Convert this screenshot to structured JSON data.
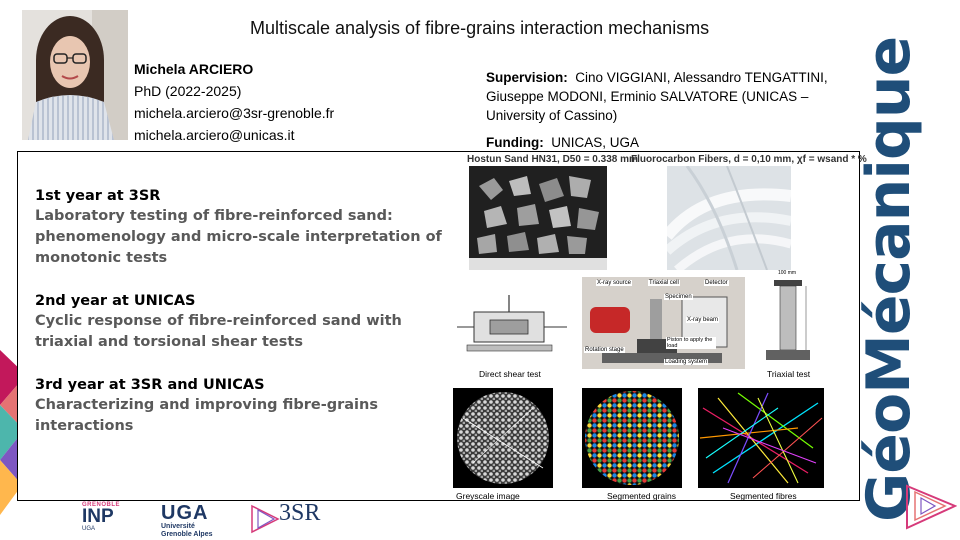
{
  "header": {
    "title": "Multiscale analysis of fibre-grains interaction mechanisms",
    "author": {
      "name": "Michela ARCIERO",
      "program": "PhD (2022-2025)",
      "email1": "michela.arciero@3sr-grenoble.fr",
      "email2": "michela.arciero@unicas.it"
    },
    "supervision_label": "Supervision:",
    "supervision_text": "Cino VIGGIANI, Alessandro TENGATTINI, Giuseppe MODONI, Erminio SALVATORE (UNICAS – University of Cassino)",
    "funding_label": "Funding:",
    "funding_text": "UNICAS, UGA"
  },
  "years": [
    {
      "head": "1st year at 3SR",
      "desc": "Laboratory testing of fibre-reinforced sand: phenomenology and micro-scale interpretation of monotonic tests"
    },
    {
      "head": "2nd year at UNICAS",
      "desc": "Cyclic response of fibre-reinforced sand with triaxial and torsional shear tests"
    },
    {
      "head": "3rd year at 3SR and UNICAS",
      "desc": "Characterizing and improving fibre-grains interactions"
    }
  ],
  "figures": {
    "sand_title": "Hostun Sand HN31, D50 = 0.338 mm",
    "fiber_title": "Fluorocarbon Fibers, d = 0,10 mm, χf = wsand * %",
    "direct_shear": "Direct shear test",
    "xray_labels": [
      "X-ray source",
      "Triaxial cell",
      "Detector",
      "Specimen",
      "X-ray beam",
      "Piston to apply the load",
      "Rotation stage",
      "Loading system"
    ],
    "triaxial_dim": "100 mm",
    "triaxial": "Triaxial test",
    "greyscale": "Greyscale image",
    "seg_grains": "Segmented  grains",
    "seg_fibres": "Segmented  fibres"
  },
  "logos": {
    "grenoble": "GRENOBLE",
    "inp": "INP",
    "uga_small": "UGA",
    "uga": "UGA",
    "uga_sub1": "Université",
    "uga_sub2": "Grenoble Alpes",
    "threesr": "3SR",
    "geomecanique": "GéoMécanique"
  },
  "colors": {
    "accent_blue": "#1f4e79",
    "pink": "#d63a7a",
    "gray_text": "#595959"
  }
}
